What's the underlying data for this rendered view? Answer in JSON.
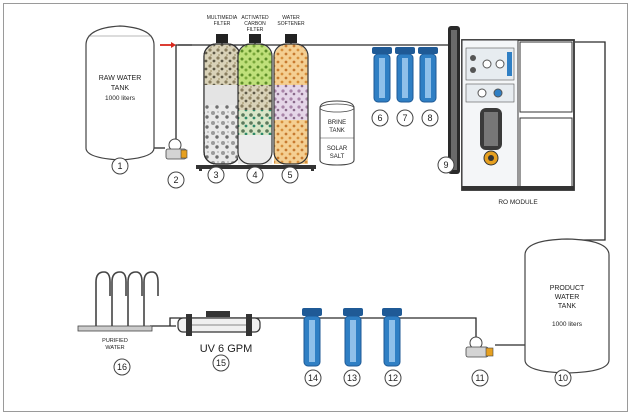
{
  "raw_tank": {
    "line1": "RAW WATER",
    "line2": "TANK",
    "line3": "1000 liters"
  },
  "filters_top": {
    "multimedia_1": "MULTIMEDIA",
    "multimedia_2": "FILTER",
    "carbon_1": "ACTIVATED",
    "carbon_2": "CARBON",
    "carbon_3": "FILTER",
    "softener_1": "WATER",
    "softener_2": "SOFTENER"
  },
  "brine_tank": {
    "line1": "BRINE",
    "line2": "TANK",
    "line3": "SOLAR",
    "line4": "SALT"
  },
  "ro_module_label": "RO MODULE",
  "product_tank": {
    "line1": "PRODUCT",
    "line2": "WATER",
    "line3": "TANK",
    "line4": "1000 liters"
  },
  "uv_label": "UV 6 GPM",
  "purified_water": {
    "line1": "PURIFIED",
    "line2": "WATER"
  },
  "numbers": [
    "1",
    "2",
    "3",
    "4",
    "5",
    "6",
    "7",
    "8",
    "9",
    "10",
    "11",
    "12",
    "13",
    "14",
    "15",
    "16"
  ],
  "colors": {
    "pipe": "#2a2a2a",
    "cartridge": "#2f7fc4",
    "cartridge_cap": "#1f5a96",
    "tank_stroke": "#444444",
    "inlet_arrow": "#d8281d",
    "carbon_top": "#8fbf3a",
    "softener_top": "#f1c07a",
    "ro_panel": "#e7ecf0",
    "pump_orange": "#e6a020"
  }
}
